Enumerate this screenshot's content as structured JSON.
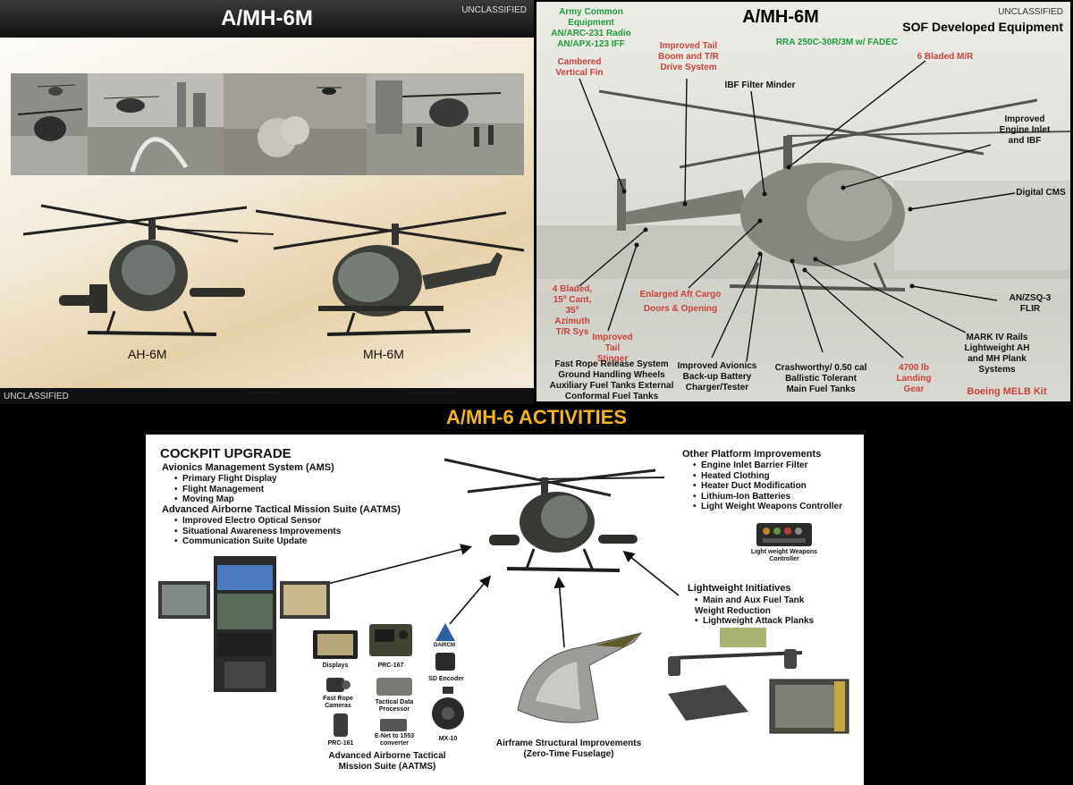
{
  "slide_left": {
    "title": "A/MH-6M",
    "classification_top": "UNCLASSIFIED",
    "classification_bottom": "UNCLASSIFIED",
    "labels": {
      "ah6m": "AH-6M",
      "mh6m": "MH-6M"
    }
  },
  "slide_right": {
    "title": "A/MH-6M",
    "classification": "UNCLASSIFIED",
    "subtitle": "SOF Developed Equipment",
    "army_common": [
      "Army Common Equipment",
      "AN/ARC-231 Radio",
      "AN/APX-123 IFF"
    ],
    "engine": "RRA 250C-30R/3M w/ FADEC",
    "annotations": {
      "cambered_fin": "Cambered Vertical Fin",
      "tail_boom": "Improved Tail Boom and T/R Drive System",
      "ibf_minder": "IBF Filter Minder",
      "six_bladed": "6 Bladed M/R",
      "engine_inlet": "Improved Engine Inlet and IBF",
      "digital_cms": "Digital CMS",
      "four_bladed": "4 Bladed, 15º Cant, 35º Azimuth T/R Sys",
      "tail_stinger": "Improved Tail Stinger",
      "aft_cargo": "Enlarged Aft Cargo Doors & Opening",
      "flir": "AN/ZSQ-3 FLIR",
      "fast_rope": "Fast Rope Release System Ground Handling Wheels Auxiliary Fuel Tanks External Conformal Fuel Tanks",
      "avionics_battery": "Improved Avionics Back-up Battery Charger/Tester",
      "crashworthy": "Crashworthy/ 0.50 cal Ballistic Tolerant Main Fuel Tanks",
      "landing_gear": "4700 lb Landing Gear",
      "mark_iv": "MARK IV Rails Lightweight AH and MH Plank Systems",
      "boeing_kit": "Boeing MELB Kit"
    }
  },
  "activities": {
    "title": "A/MH-6 ACTIVITIES",
    "cockpit_title": "COCKPIT UPGRADE",
    "ams_title": "Avionics Management System (AMS)",
    "ams_items": [
      "Primary Flight Display",
      "Flight Management",
      "Moving Map"
    ],
    "aatms_title": "Advanced Airborne Tactical Mission Suite (AATMS)",
    "aatms_items": [
      "Improved Electro Optical Sensor",
      "Situational Awareness Improvements",
      "Communication Suite Update"
    ],
    "other_title": "Other Platform Improvements",
    "other_items": [
      "Engine Inlet Barrier Filter",
      "Heated Clothing",
      "Heater Duct Modification",
      "Lithium-Ion Batteries",
      "Light Weight Weapons Controller"
    ],
    "weapons_controller_caption": "Light weight Weapons Controller",
    "lightweight_title": "Lightweight Initiatives",
    "lightweight_items": [
      "Main and Aux Fuel Tank Weight Reduction",
      "Lightweight Attack Planks"
    ],
    "component_labels": {
      "displays": "Displays",
      "prc167": "PRC-167",
      "dairc": "DAIRCM",
      "sd_encoder": "SD Encoder",
      "fast_rope_cameras": "Fast Rope Cameras",
      "tactical_data": "Tactical Data Processor",
      "prc161": "PRC-161",
      "enet": "E-Net to 1553 converter",
      "mx10": "MX-10"
    },
    "aatms_caption": "Advanced Airborne Tactical Mission Suite (AATMS)",
    "airframe_caption": "Airframe Structural Improvements (Zero-Time Fuselage)"
  }
}
